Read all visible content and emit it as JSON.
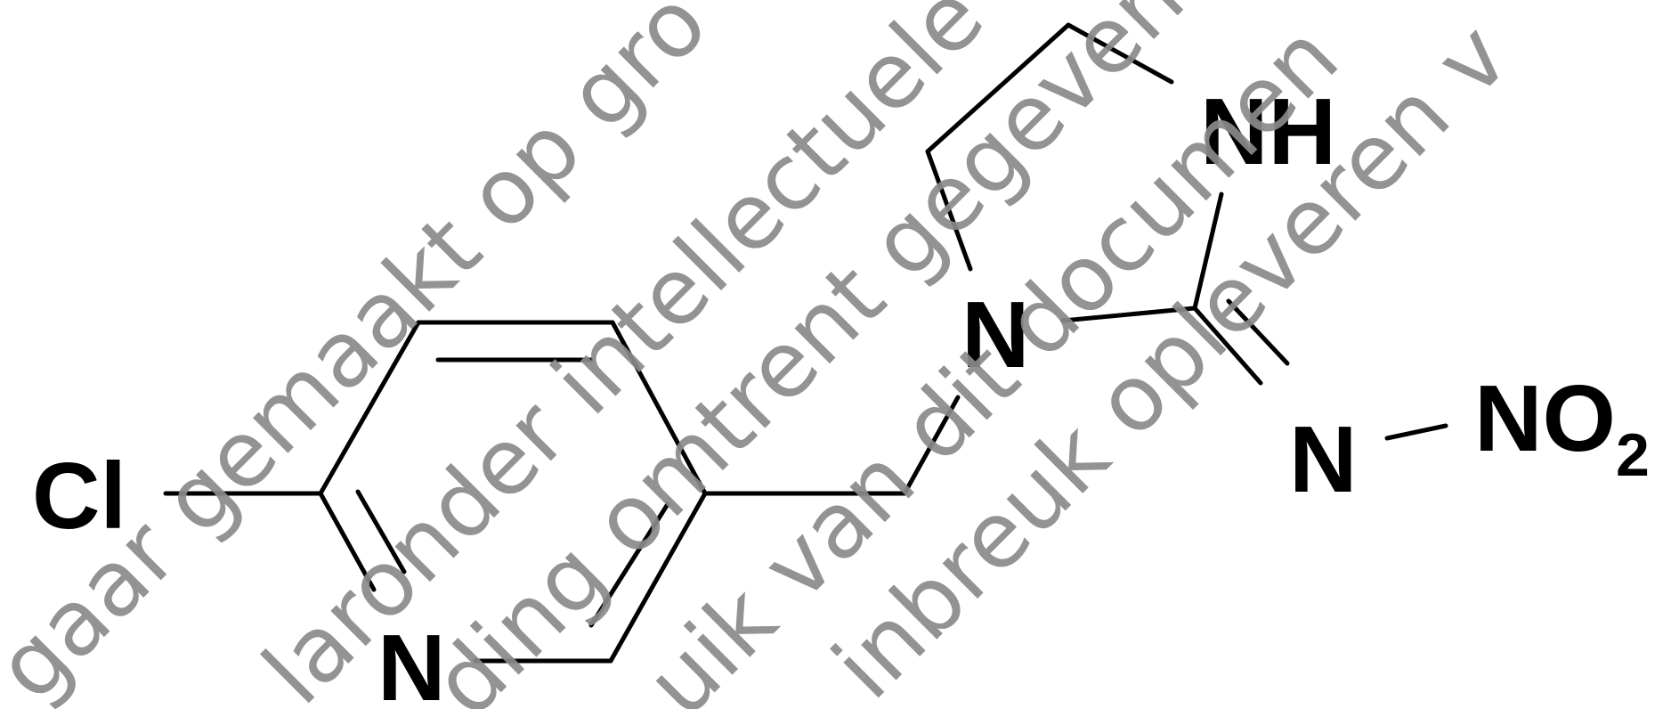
{
  "molecule": {
    "atoms": {
      "cl": "Cl",
      "n_pyridine": "N",
      "n_ring": "N",
      "nh": "NH",
      "n_imine": "N",
      "no2": "NO",
      "no2_sub": "2"
    }
  },
  "watermark": {
    "line1": "gaar gemaakt op gro",
    "line2": "laronder intellectuele",
    "line3": "ding omtrent gegeven",
    "line4": "uik van dit documen",
    "line5": "inbreuk opleveren v"
  },
  "colors": {
    "ink": "#000000",
    "watermark": "#8a8a8a",
    "background": "#ffffff"
  }
}
